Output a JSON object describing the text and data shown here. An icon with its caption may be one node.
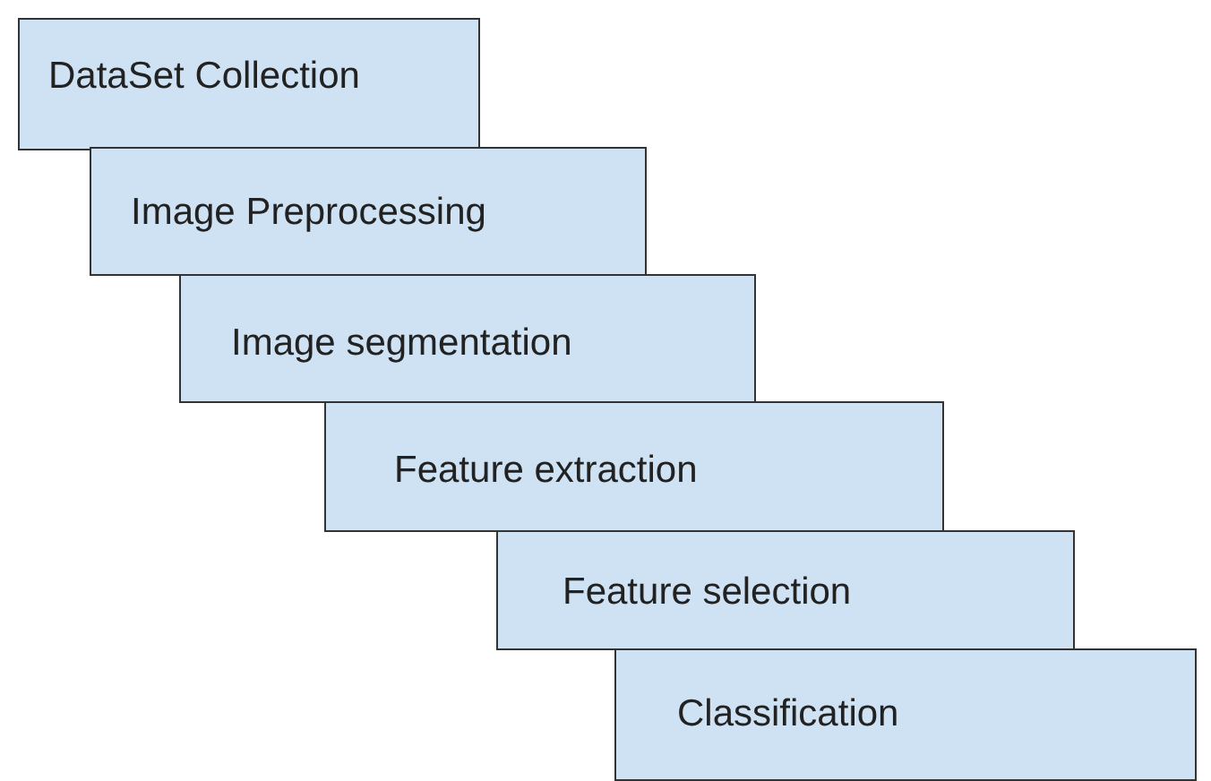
{
  "diagram": {
    "nodes": [
      {
        "text": [
          "DataSet Collection"
        ]
      },
      {
        "text": [
          "Image Preprocessing"
        ]
      },
      {
        "text": [
          "Image segmentation"
        ]
      },
      {
        "text": [
          "Feature extraction"
        ]
      },
      {
        "text": [
          "Feature selection"
        ]
      },
      {
        "text": [
          "Classification"
        ]
      }
    ]
  }
}
